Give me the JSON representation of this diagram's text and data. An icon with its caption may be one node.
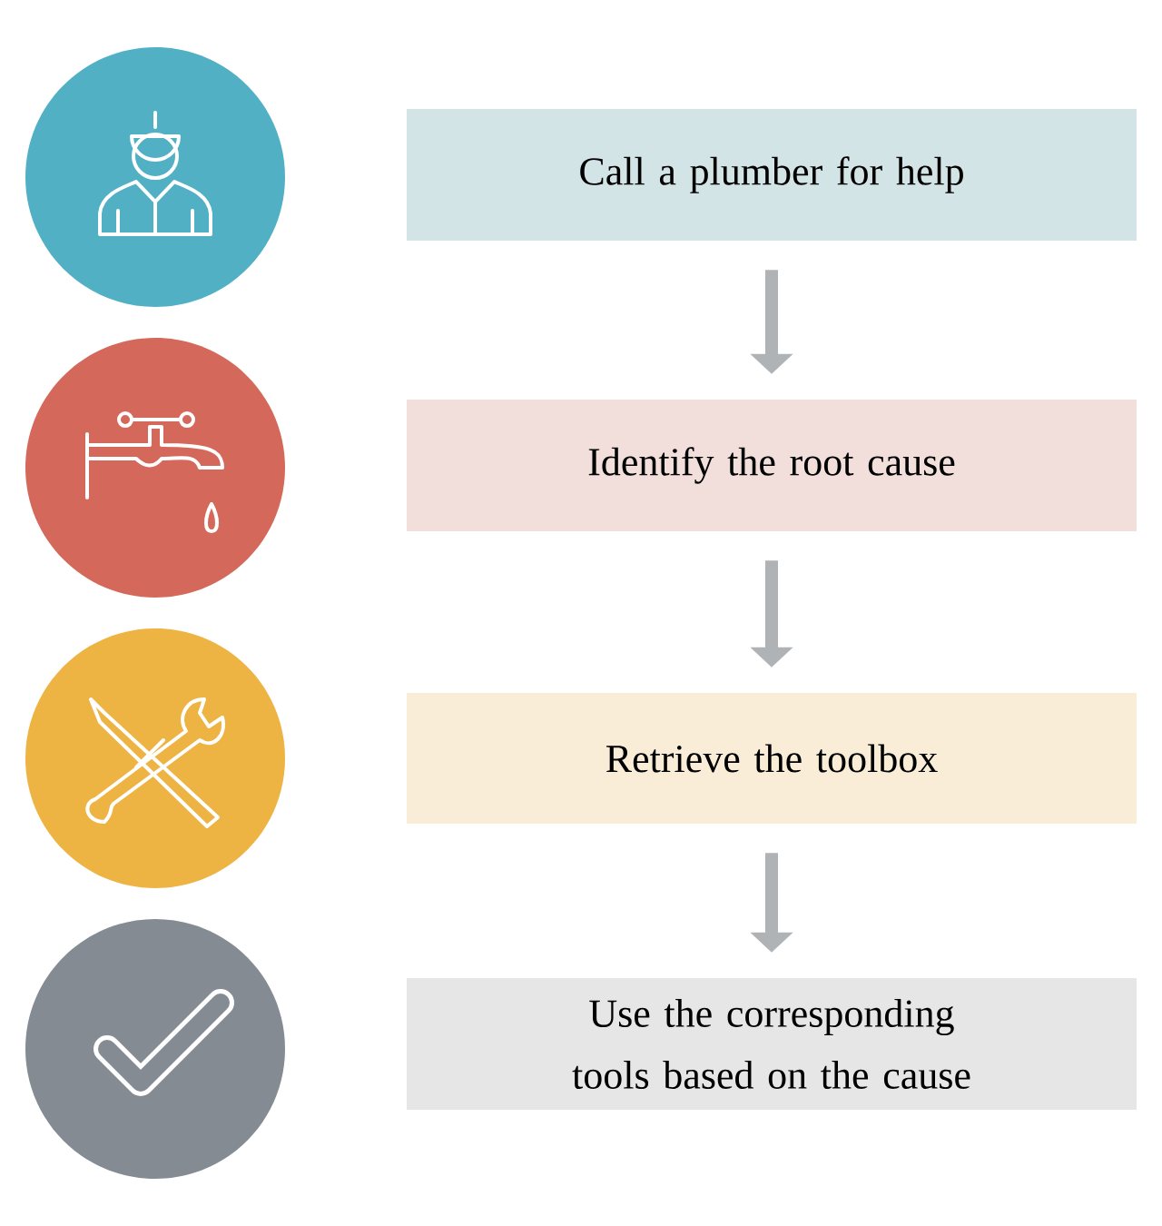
{
  "diagram": {
    "nodes": [
      {
        "text": [
          "Call a plumber for help"
        ]
      },
      {
        "text": [
          "Identify the root cause"
        ]
      },
      {
        "text": [
          "Retrieve the toolbox"
        ]
      },
      {
        "text": [
          "Use the corresponding tools based on the cause"
        ]
      }
    ],
    "edges": [
      {
        "from": 0,
        "to": 1,
        "arrow": "to"
      },
      {
        "from": 1,
        "to": 2,
        "arrow": "to"
      },
      {
        "from": 2,
        "to": 3,
        "arrow": "to"
      }
    ]
  }
}
